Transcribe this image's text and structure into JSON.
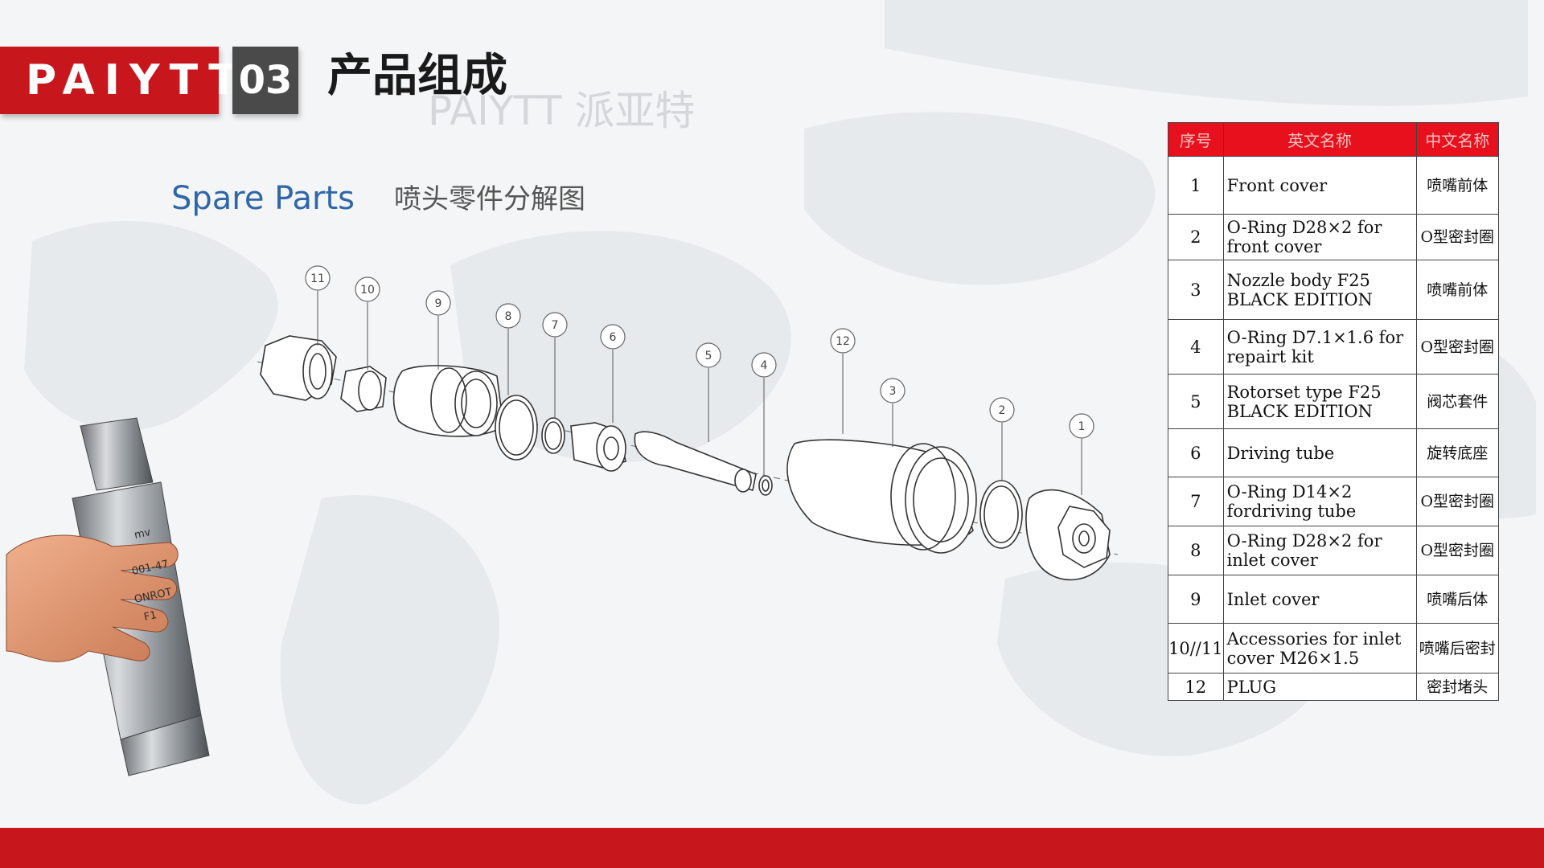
{
  "header": {
    "brand": "PAIYTT",
    "section_number": "03",
    "section_title": "产品组成",
    "watermark": "PAIYTT 派亚特"
  },
  "content": {
    "spare_parts_label": "Spare Parts",
    "subtitle": "喷头零件分解图"
  },
  "diagram": {
    "callouts": [
      "11",
      "10",
      "9",
      "8",
      "7",
      "6",
      "5",
      "4",
      "12",
      "3",
      "2",
      "1"
    ]
  },
  "photo": {
    "body_text": [
      "mv",
      "001-47",
      "ONROT",
      "F1"
    ]
  },
  "table": {
    "headers": [
      "序号",
      "英文名称",
      "中文名称"
    ],
    "rows": [
      {
        "no": "1",
        "en": "Front cover",
        "cn": "喷嘴前体"
      },
      {
        "no": "2",
        "en": "O-Ring D28×2 for front cover",
        "cn": "O型密封圈"
      },
      {
        "no": "3",
        "en": "Nozzle body F25 BLACK EDITION",
        "cn": "喷嘴前体"
      },
      {
        "no": "4",
        "en": "O-Ring D7.1×1.6 for repairt kit",
        "cn": "O型密封圈"
      },
      {
        "no": "5",
        "en": "Rotorset type F25 BLACK EDITION",
        "cn": "阀芯套件"
      },
      {
        "no": "6",
        "en": "Driving tube",
        "cn": "旋转底座"
      },
      {
        "no": "7",
        "en": "O-Ring D14×2 fordriving tube",
        "cn": "O型密封圈"
      },
      {
        "no": "8",
        "en": "O-Ring D28×2 for inlet cover",
        "cn": "O型密封圈"
      },
      {
        "no": "9",
        "en": "Inlet cover",
        "cn": "喷嘴后体"
      },
      {
        "no": "10//11",
        "en": "Accessories for inlet cover M26×1.5",
        "cn": "喷嘴后密封"
      },
      {
        "no": "12",
        "en": "PLUG",
        "cn": "密封堵头"
      }
    ]
  },
  "colors": {
    "brand_red": "#c8161d",
    "header_red": "#e8101c",
    "section_grey": "#4a4a4a",
    "accent_blue": "#2f67a8"
  }
}
